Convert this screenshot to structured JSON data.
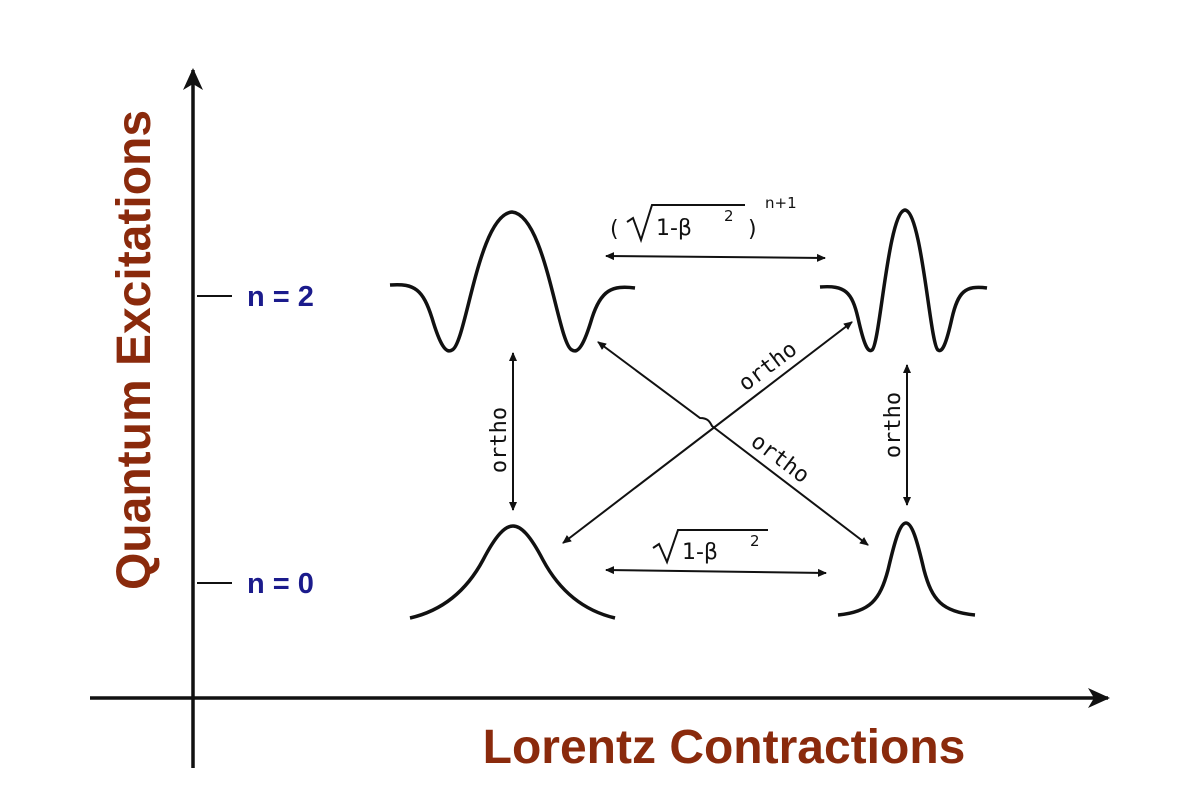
{
  "axes": {
    "y_title": "Quantum Excitations",
    "x_title": "Lorentz Contractions"
  },
  "levels": [
    {
      "label": "n = 2"
    },
    {
      "label": "n = 0"
    }
  ],
  "relations": {
    "ortho": "ortho",
    "top_formula_main": "1-β",
    "top_formula_power": "2",
    "top_formula_exponent": "n+1",
    "bottom_formula_main": "1-β",
    "bottom_formula_power": "2"
  },
  "colors": {
    "axis_title": "#8a2a0c",
    "level_label": "#1b1b8c",
    "lines": "#111111"
  }
}
